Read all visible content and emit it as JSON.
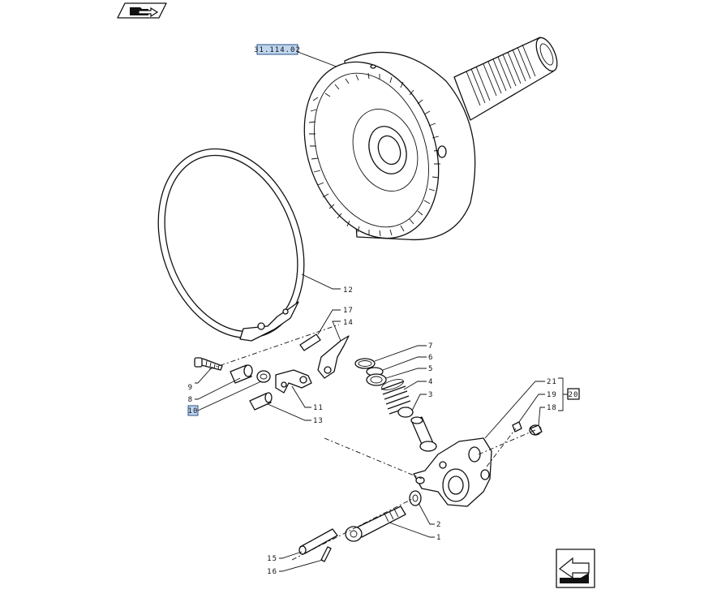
{
  "figure_ref": "31.114.02",
  "highlighted_callout": "10",
  "group_label": "20",
  "callouts": {
    "c1": "1",
    "c2": "2",
    "c3": "3",
    "c4": "4",
    "c5": "5",
    "c6": "6",
    "c7": "7",
    "c8": "8",
    "c9": "9",
    "c10": "10",
    "c11": "11",
    "c12": "12",
    "c13": "13",
    "c14": "14",
    "c15": "15",
    "c16": "16",
    "c17": "17",
    "c18": "18",
    "c19": "19",
    "c20": "20",
    "c21": "21"
  },
  "icons": {
    "top_left": "previous-page-folder-arrow-icon",
    "bottom_right": "next-page-arrow-icon"
  },
  "colors": {
    "line": "#111111",
    "highlight_fill": "#bfd6ee",
    "highlight_stroke": "#2a4f86"
  }
}
